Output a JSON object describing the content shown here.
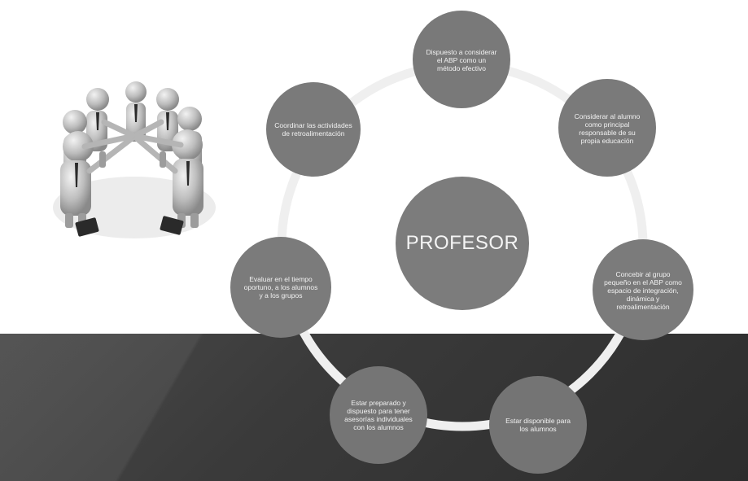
{
  "diagram": {
    "center_label": "PROFESOR",
    "nodes": [
      {
        "id": "top",
        "label": "Dispuesto a considerar el ABP como un método efectivo"
      },
      {
        "id": "upper-right",
        "label": "Considerar al alumno como principal responsable de su propia educación"
      },
      {
        "id": "right",
        "label": "Concebir al grupo pequeño en el ABP como espacio de integración, dinámica y retroalimentación"
      },
      {
        "id": "bottom-right",
        "label": "Estar disponible para los alumnos"
      },
      {
        "id": "bottom-left",
        "label": "Estar preparado y dispuesto para tener asesorías individuales con los alumnos"
      },
      {
        "id": "left",
        "label": "Evaluar en el tiempo oportuno, a los alumnos y a los grupos"
      },
      {
        "id": "upper-left",
        "label": "Coordinar las actividades de retroalimentación"
      }
    ]
  },
  "colors": {
    "node_fill": "#7a7a7a",
    "ring_stroke": "#eeeeee",
    "dark_band": "#3a3a3a"
  },
  "illustration": {
    "icon": "team-huddle-figures-icon"
  }
}
